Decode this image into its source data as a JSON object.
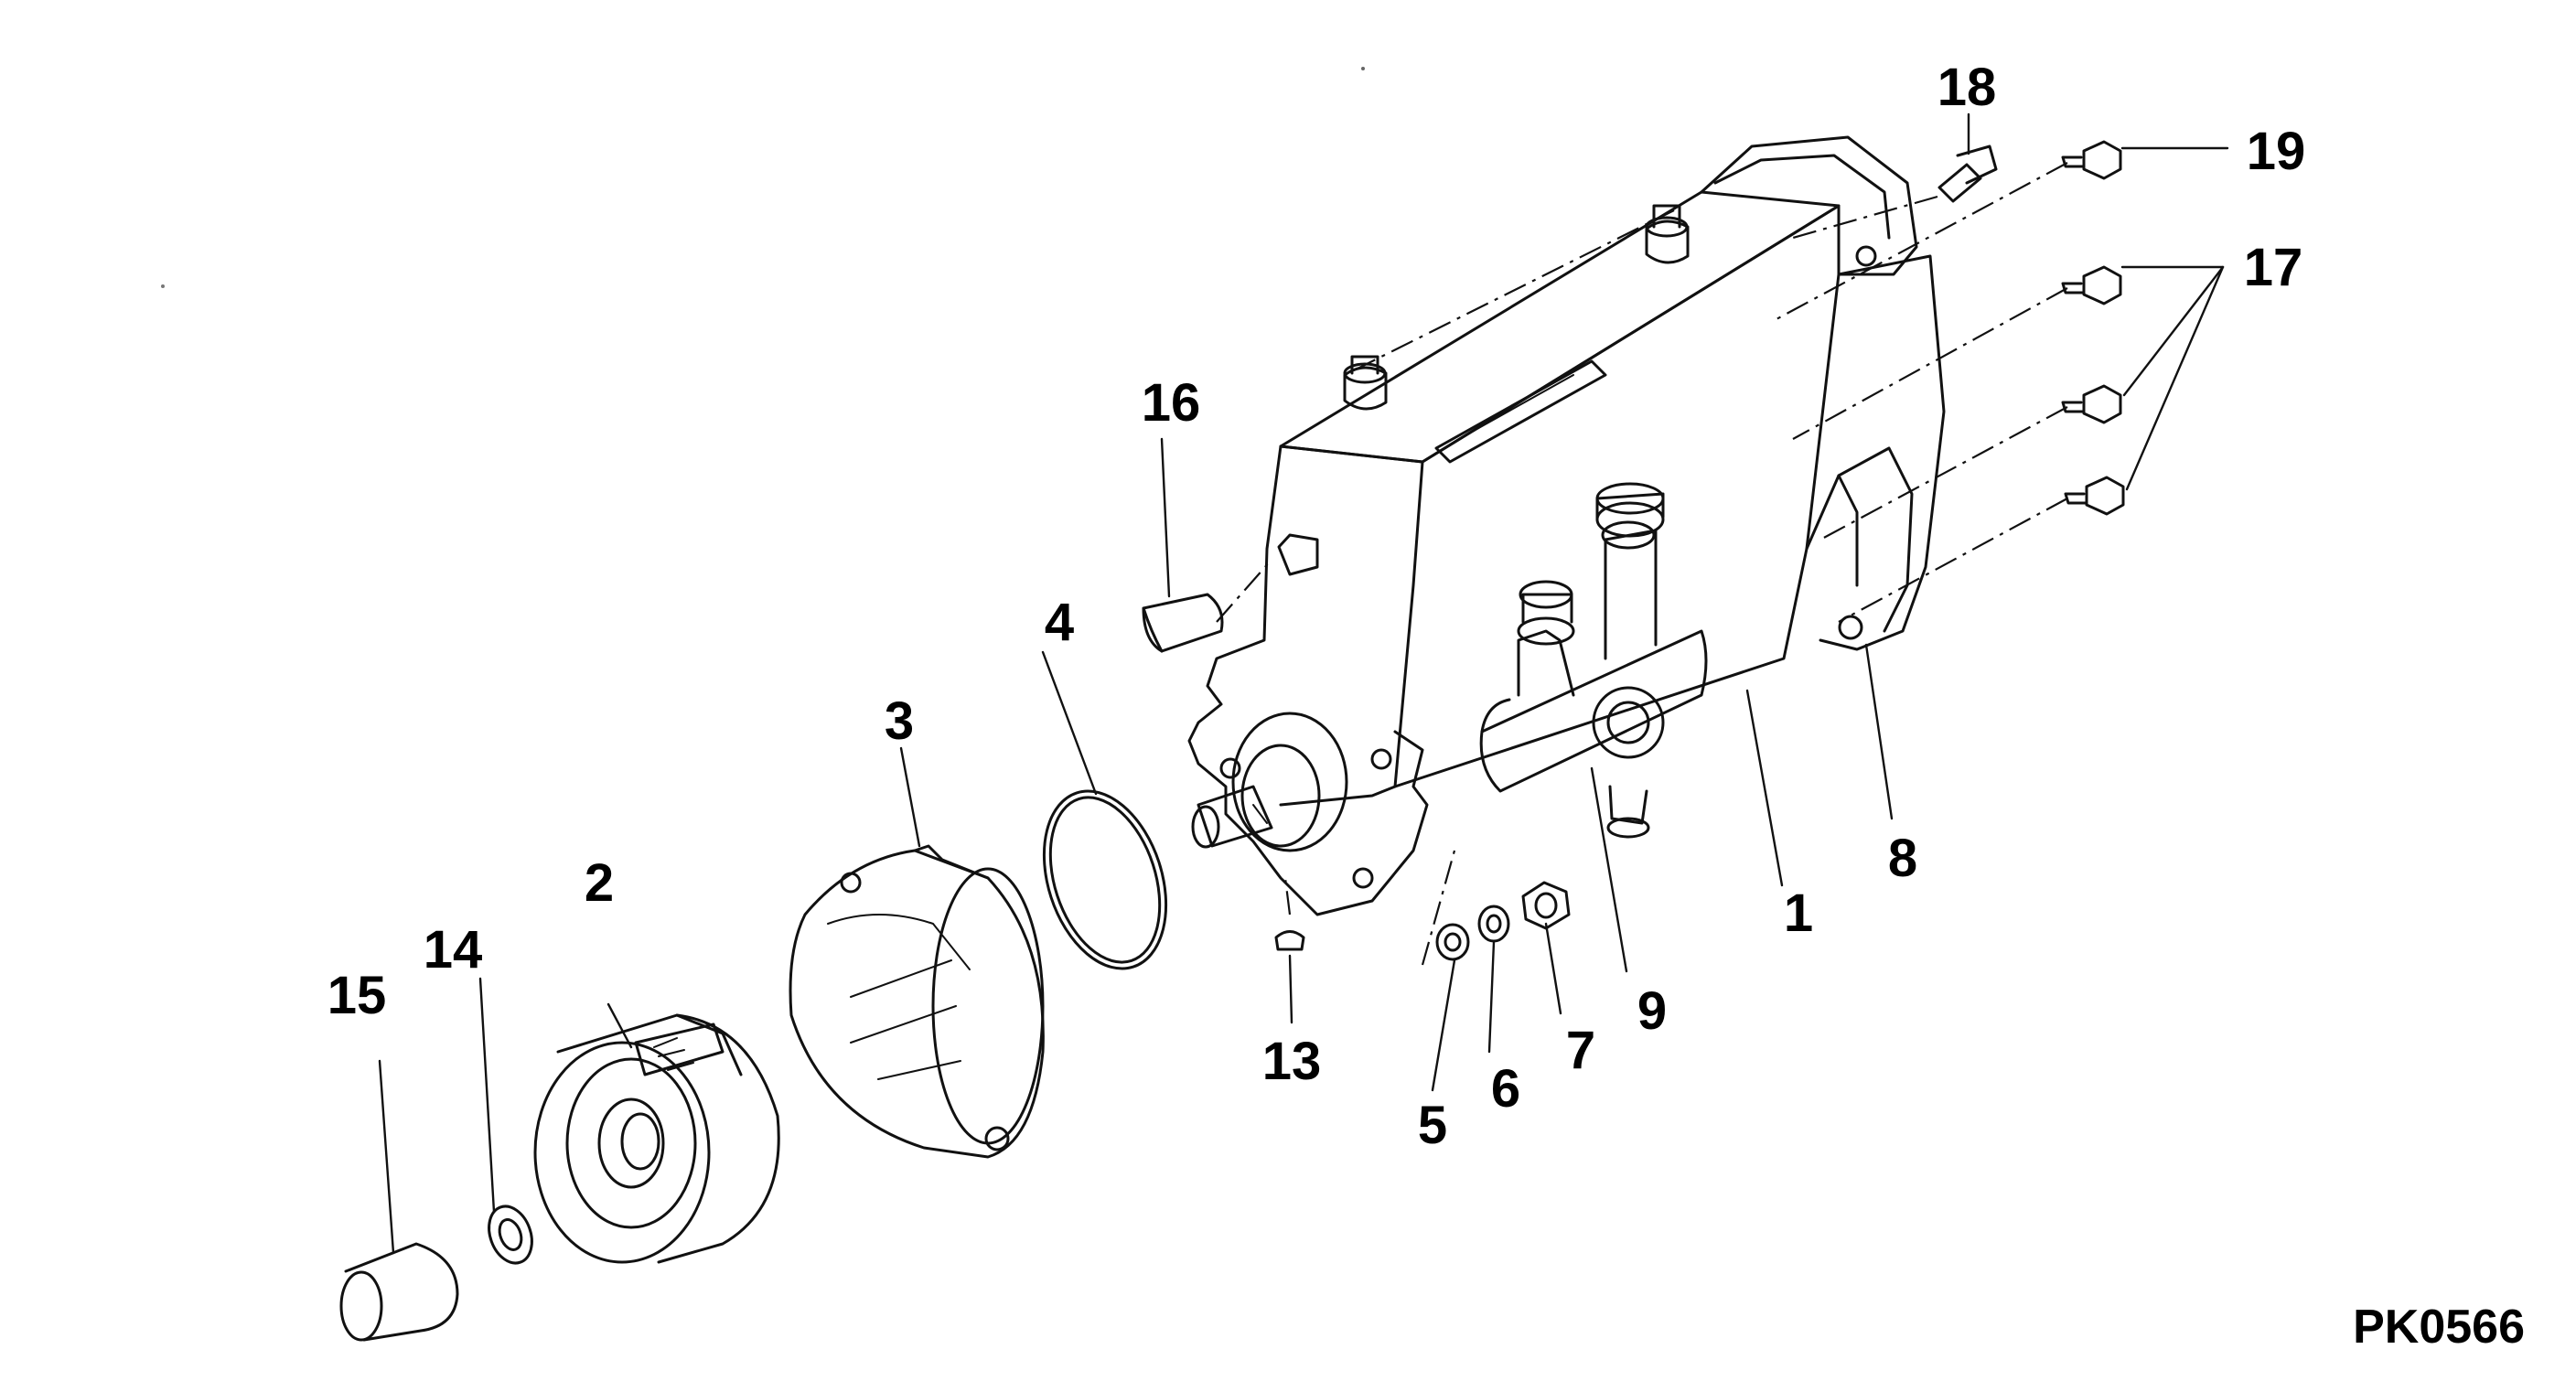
{
  "diagram": {
    "figure_code": "PK0566",
    "callouts": [
      {
        "id": "c1",
        "label": "1"
      },
      {
        "id": "c2",
        "label": "2"
      },
      {
        "id": "c3",
        "label": "3"
      },
      {
        "id": "c4",
        "label": "4"
      },
      {
        "id": "c5",
        "label": "5"
      },
      {
        "id": "c6",
        "label": "6"
      },
      {
        "id": "c7",
        "label": "7"
      },
      {
        "id": "c8",
        "label": "8"
      },
      {
        "id": "c9",
        "label": "9"
      },
      {
        "id": "c13",
        "label": "13"
      },
      {
        "id": "c14",
        "label": "14"
      },
      {
        "id": "c15",
        "label": "15"
      },
      {
        "id": "c16",
        "label": "16"
      },
      {
        "id": "c17",
        "label": "17"
      },
      {
        "id": "c18",
        "label": "18"
      },
      {
        "id": "c19",
        "label": "19"
      }
    ],
    "colors": {
      "ink": "#111111",
      "paper": "#ffffff"
    }
  }
}
